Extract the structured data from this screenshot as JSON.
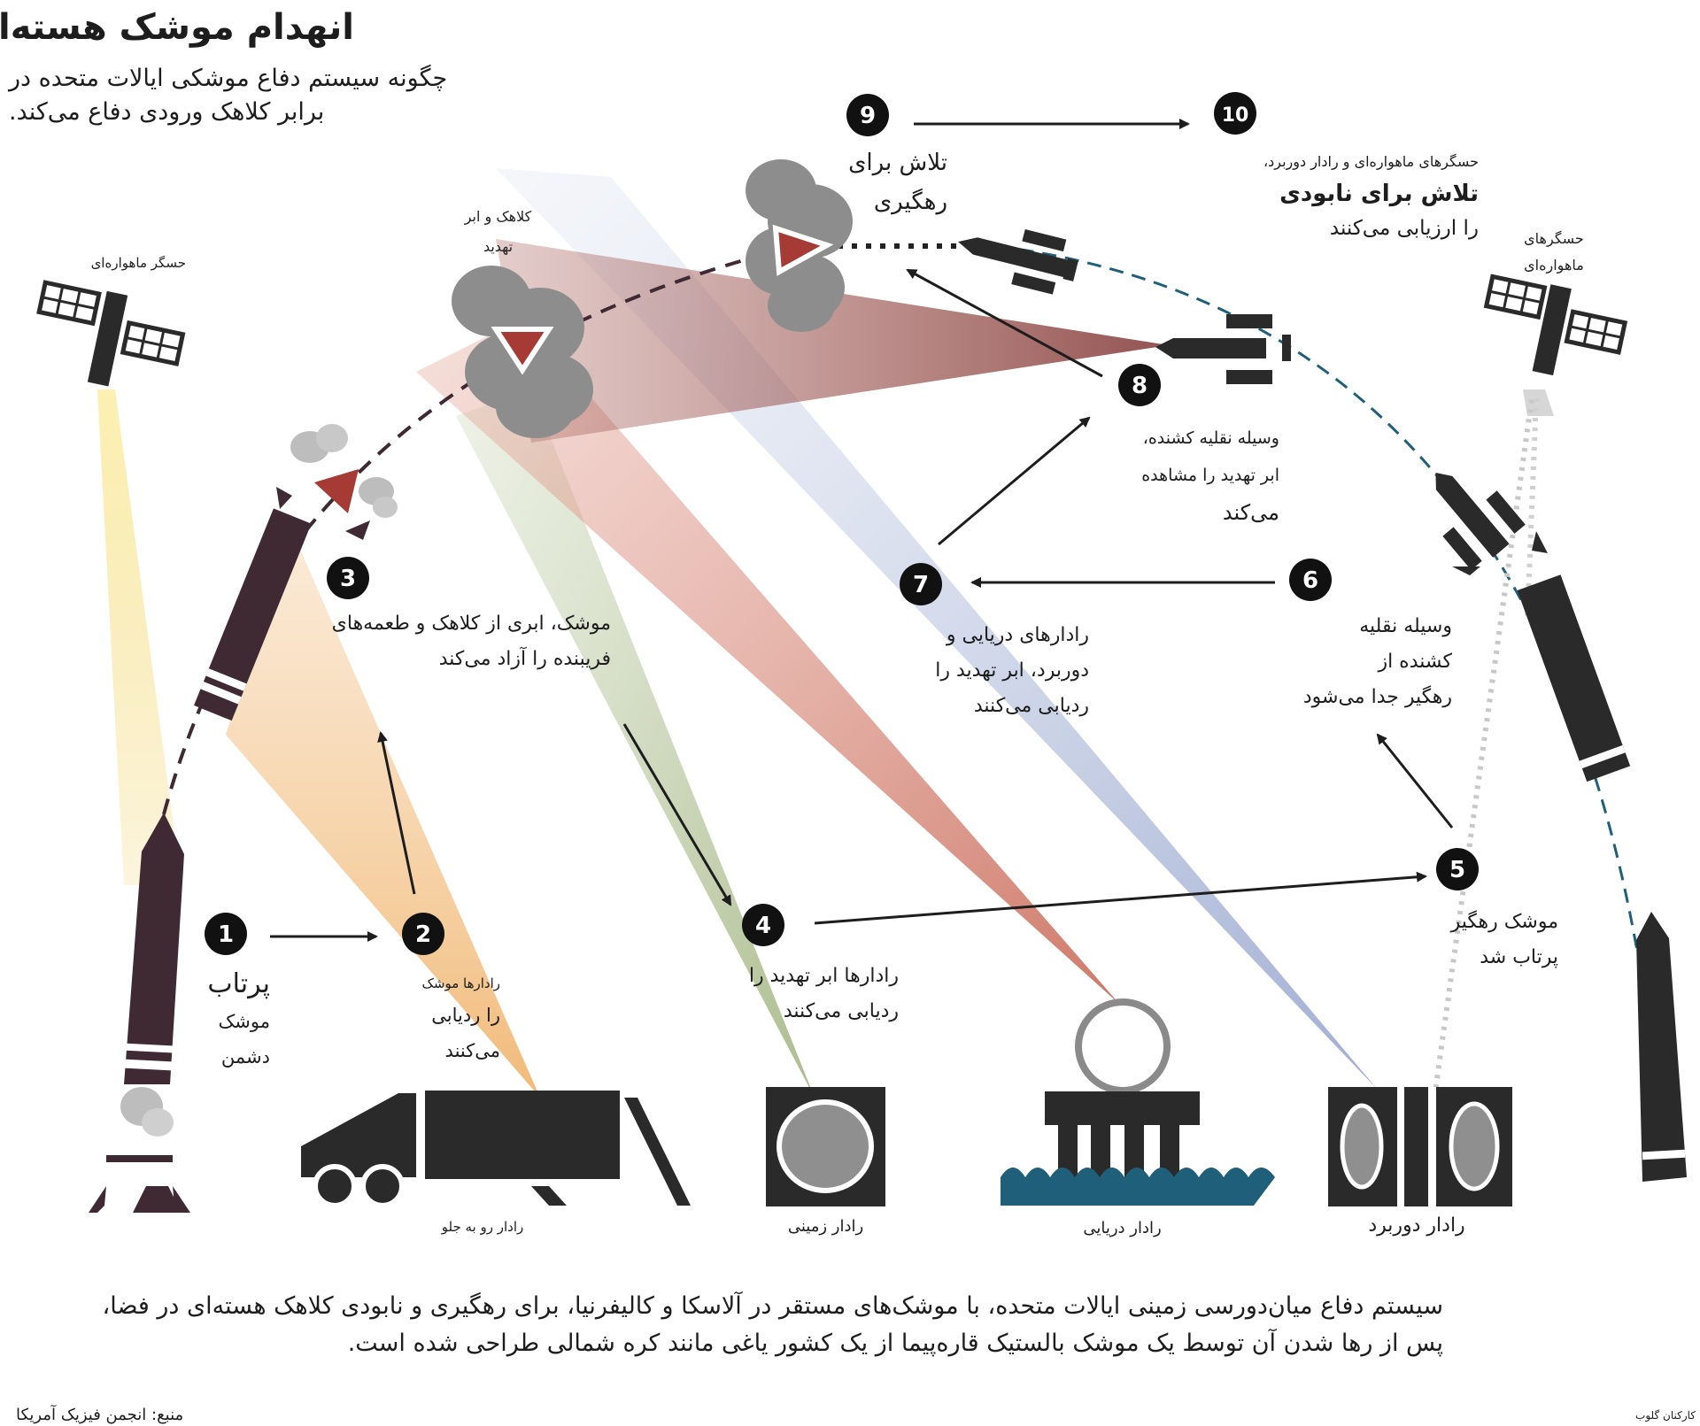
{
  "header": {
    "title": "انهدام موشک هسته‌ای",
    "subtitle_line1": "چگونه سیستم دفاع موشکی ایالات متحده در",
    "subtitle_line2": "برابر کلاهک ورودی دفاع می‌کند."
  },
  "steps": [
    {
      "number": "1",
      "lines": [
        "پرتاب",
        "موشک",
        "دشمن"
      ]
    },
    {
      "number": "2",
      "lines": [
        "رادارها موشک",
        "را ردیابی",
        "می‌کنند"
      ]
    },
    {
      "number": "3",
      "lines": [
        "موشک، ابری از کلاهک و طعمه‌های",
        "فریبنده را آزاد می‌کند"
      ]
    },
    {
      "number": "4",
      "lines": [
        "رادارها ابر تهدید را",
        "ردیابی می‌کنند"
      ]
    },
    {
      "number": "5",
      "lines": [
        "موشک رهگیر",
        "پرتاب شد"
      ]
    },
    {
      "number": "6",
      "lines": [
        "وسیله نقلیه",
        "کشنده از",
        "رهگیر جدا می‌شود"
      ]
    },
    {
      "number": "7",
      "lines": [
        "رادارهای دریایی و",
        "دوربرد، ابر تهدید را",
        "ردیابی می‌کنند"
      ]
    },
    {
      "number": "8",
      "lines": [
        "وسیله نقلیه کشنده،",
        "ابر تهدید را مشاهده",
        "می‌کند"
      ]
    },
    {
      "number": "9",
      "lines": [
        "تلاش برای",
        "رهگیری"
      ]
    },
    {
      "number": "10",
      "lines": [
        "حسگرهای ماهواره‌ای و رادار دوربرد،",
        "تلاش برای نابودی",
        "را ارزیابی می‌کنند"
      ]
    }
  ],
  "annotations": {
    "sat_left": "حسگر ماهواره‌ای",
    "sat_right_1": "حسگرهای",
    "sat_right_2": "ماهواره‌ای",
    "cloud_1": "کلاهک و ابر",
    "cloud_2": "تهدید"
  },
  "facilities": [
    {
      "label": "رادار رو به جلو"
    },
    {
      "label": "رادار زمینی"
    },
    {
      "label": "رادار دریایی"
    },
    {
      "label": "رادار دوربرد"
    }
  ],
  "footer": {
    "line1": "سیستم دفاع میان‌دورسی زمینی ایالات متحده، با موشک‌های مستقر در آلاسکا و کالیفرنیا، برای رهگیری و نابودی کلاهک هسته‌ای در فضا،",
    "line2": "پس از رها شدن آن توسط یک موشک بالستیک قاره‌پیما از یک کشور یاغی مانند کره شمالی طراحی شده است.",
    "source": "منبع: انجمن فیزیک آمریکا",
    "credit": "کارکنان گلوب"
  },
  "colors": {
    "ink": "#2a2a2a",
    "enemy_missile": "#3f2a33",
    "warhead": "#a63a35",
    "beam_yellow": "#f3d77a",
    "beam_orange": "#f0b36a",
    "beam_green": "#9db07a",
    "beam_red": "#c96a58",
    "beam_blue": "#a9b6d6",
    "beam_maroon": "#8e4a48",
    "water": "#1f5f79",
    "cloud": "#8d8d8d"
  }
}
